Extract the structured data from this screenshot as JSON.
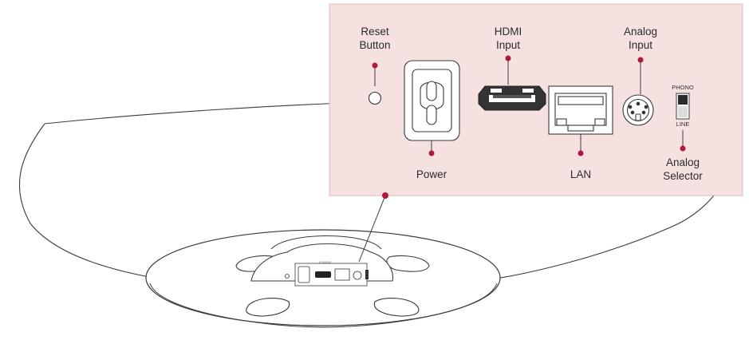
{
  "colors": {
    "panel_fill": "#f6e1e1",
    "panel_border": "#e3b8bd",
    "accent": "#b0173a",
    "line": "#3a3a3a"
  },
  "labels": {
    "reset_line1": "Reset",
    "reset_line2": "Button",
    "hdmi_line1": "HDMI",
    "hdmi_line2": "Input",
    "analog_line1": "Analog",
    "analog_line2": "Input",
    "power": "Power",
    "lan": "LAN",
    "selector_line1": "Analog",
    "selector_line2": "Selector",
    "phono": "PHONO",
    "line": "LINE"
  },
  "icons": [
    "reset-button-icon",
    "power-socket-icon",
    "hdmi-port-icon",
    "lan-port-icon",
    "analog-din-port-icon",
    "phono-line-switch-icon"
  ]
}
